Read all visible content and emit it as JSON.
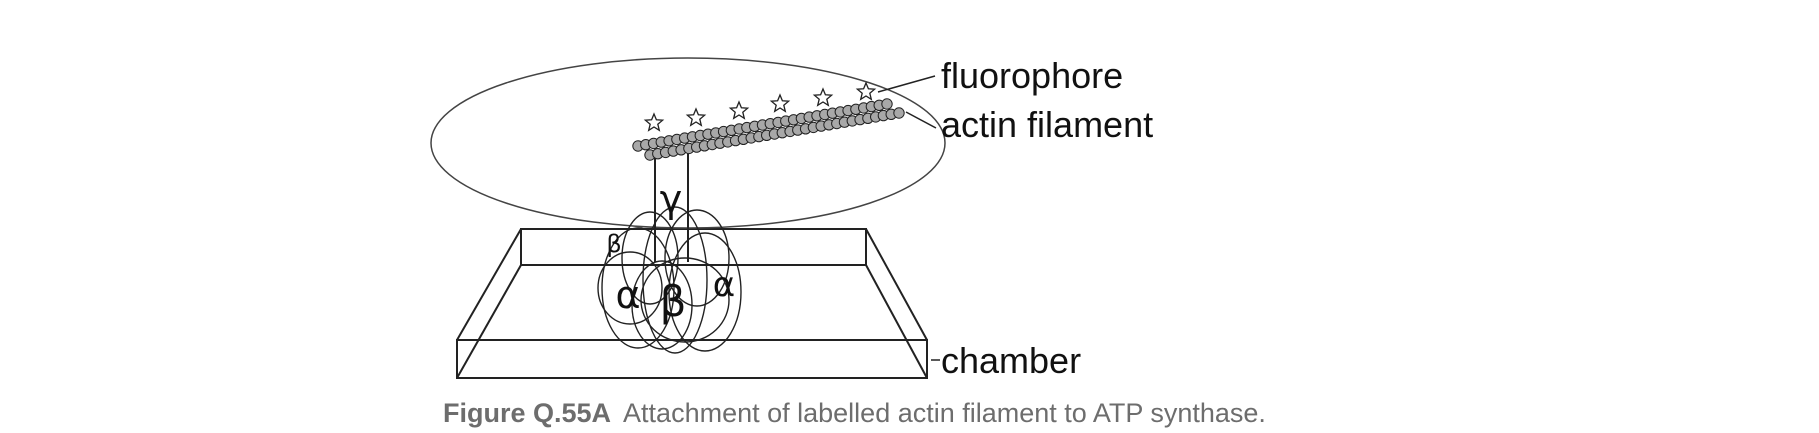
{
  "labels": {
    "fluorophore": "fluorophore",
    "actin_filament": "actin filament",
    "chamber": "chamber"
  },
  "subunits": {
    "gamma": "γ",
    "beta": "β",
    "alpha": "α"
  },
  "caption": {
    "number": "Figure Q.55A",
    "text": "Attachment of labelled actin filament to ATP synthase."
  },
  "colors": {
    "line": "#222222",
    "bead_fill": "#a8a8a8",
    "caption_text": "#6d6d6d"
  }
}
